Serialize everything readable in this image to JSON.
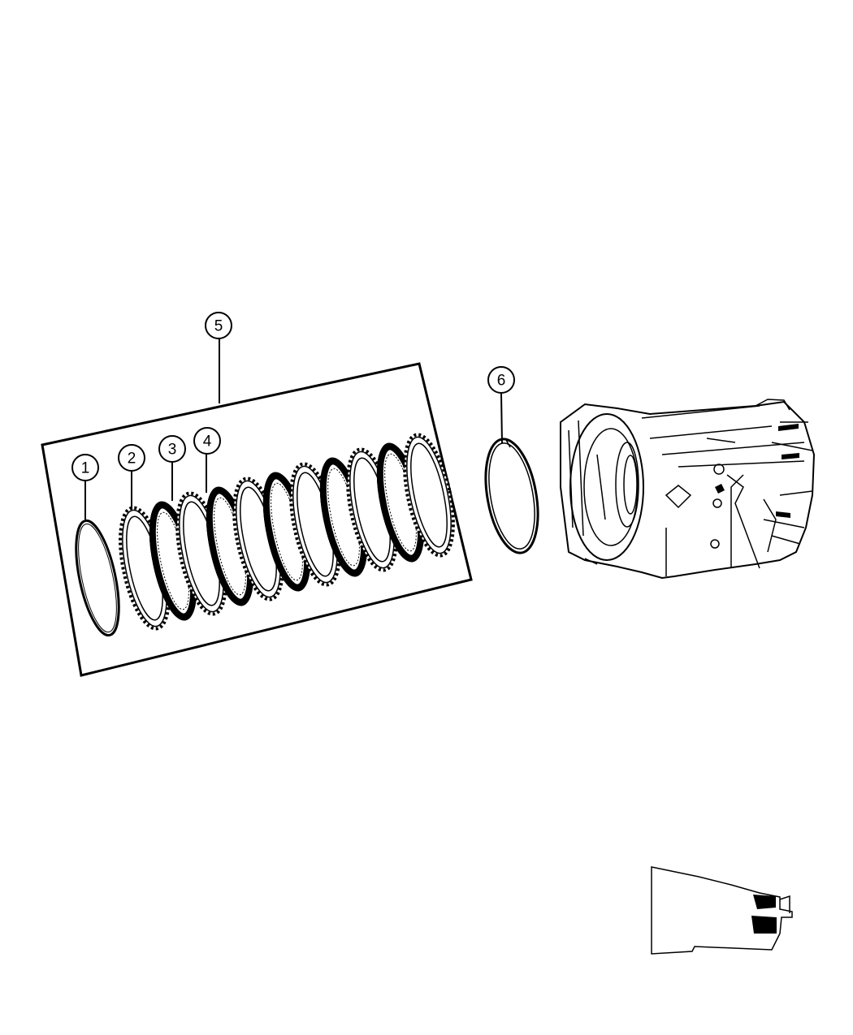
{
  "callouts": [
    {
      "id": "1",
      "label": "1"
    },
    {
      "id": "2",
      "label": "2"
    },
    {
      "id": "3",
      "label": "3"
    },
    {
      "id": "4",
      "label": "4"
    },
    {
      "id": "5",
      "label": "5"
    },
    {
      "id": "6",
      "label": "6"
    }
  ],
  "parts": [
    {
      "callout": "1",
      "type": "snap-ring"
    },
    {
      "callout": "2",
      "type": "pressure-plate-toothed"
    },
    {
      "callout": "3",
      "type": "friction-disc"
    },
    {
      "callout": "4",
      "type": "steel-plate-toothed"
    },
    {
      "callout": "5",
      "type": "clutch-pack-kit-frame"
    },
    {
      "callout": "6",
      "type": "snap-ring"
    }
  ],
  "clutch_stack": [
    "snap-ring",
    "pressure-plate",
    "friction",
    "steel",
    "friction",
    "steel",
    "friction",
    "steel",
    "friction",
    "steel",
    "friction",
    "steel"
  ],
  "colors": {
    "line": "#000000",
    "background": "#ffffff",
    "fill_dark": "#000000"
  }
}
